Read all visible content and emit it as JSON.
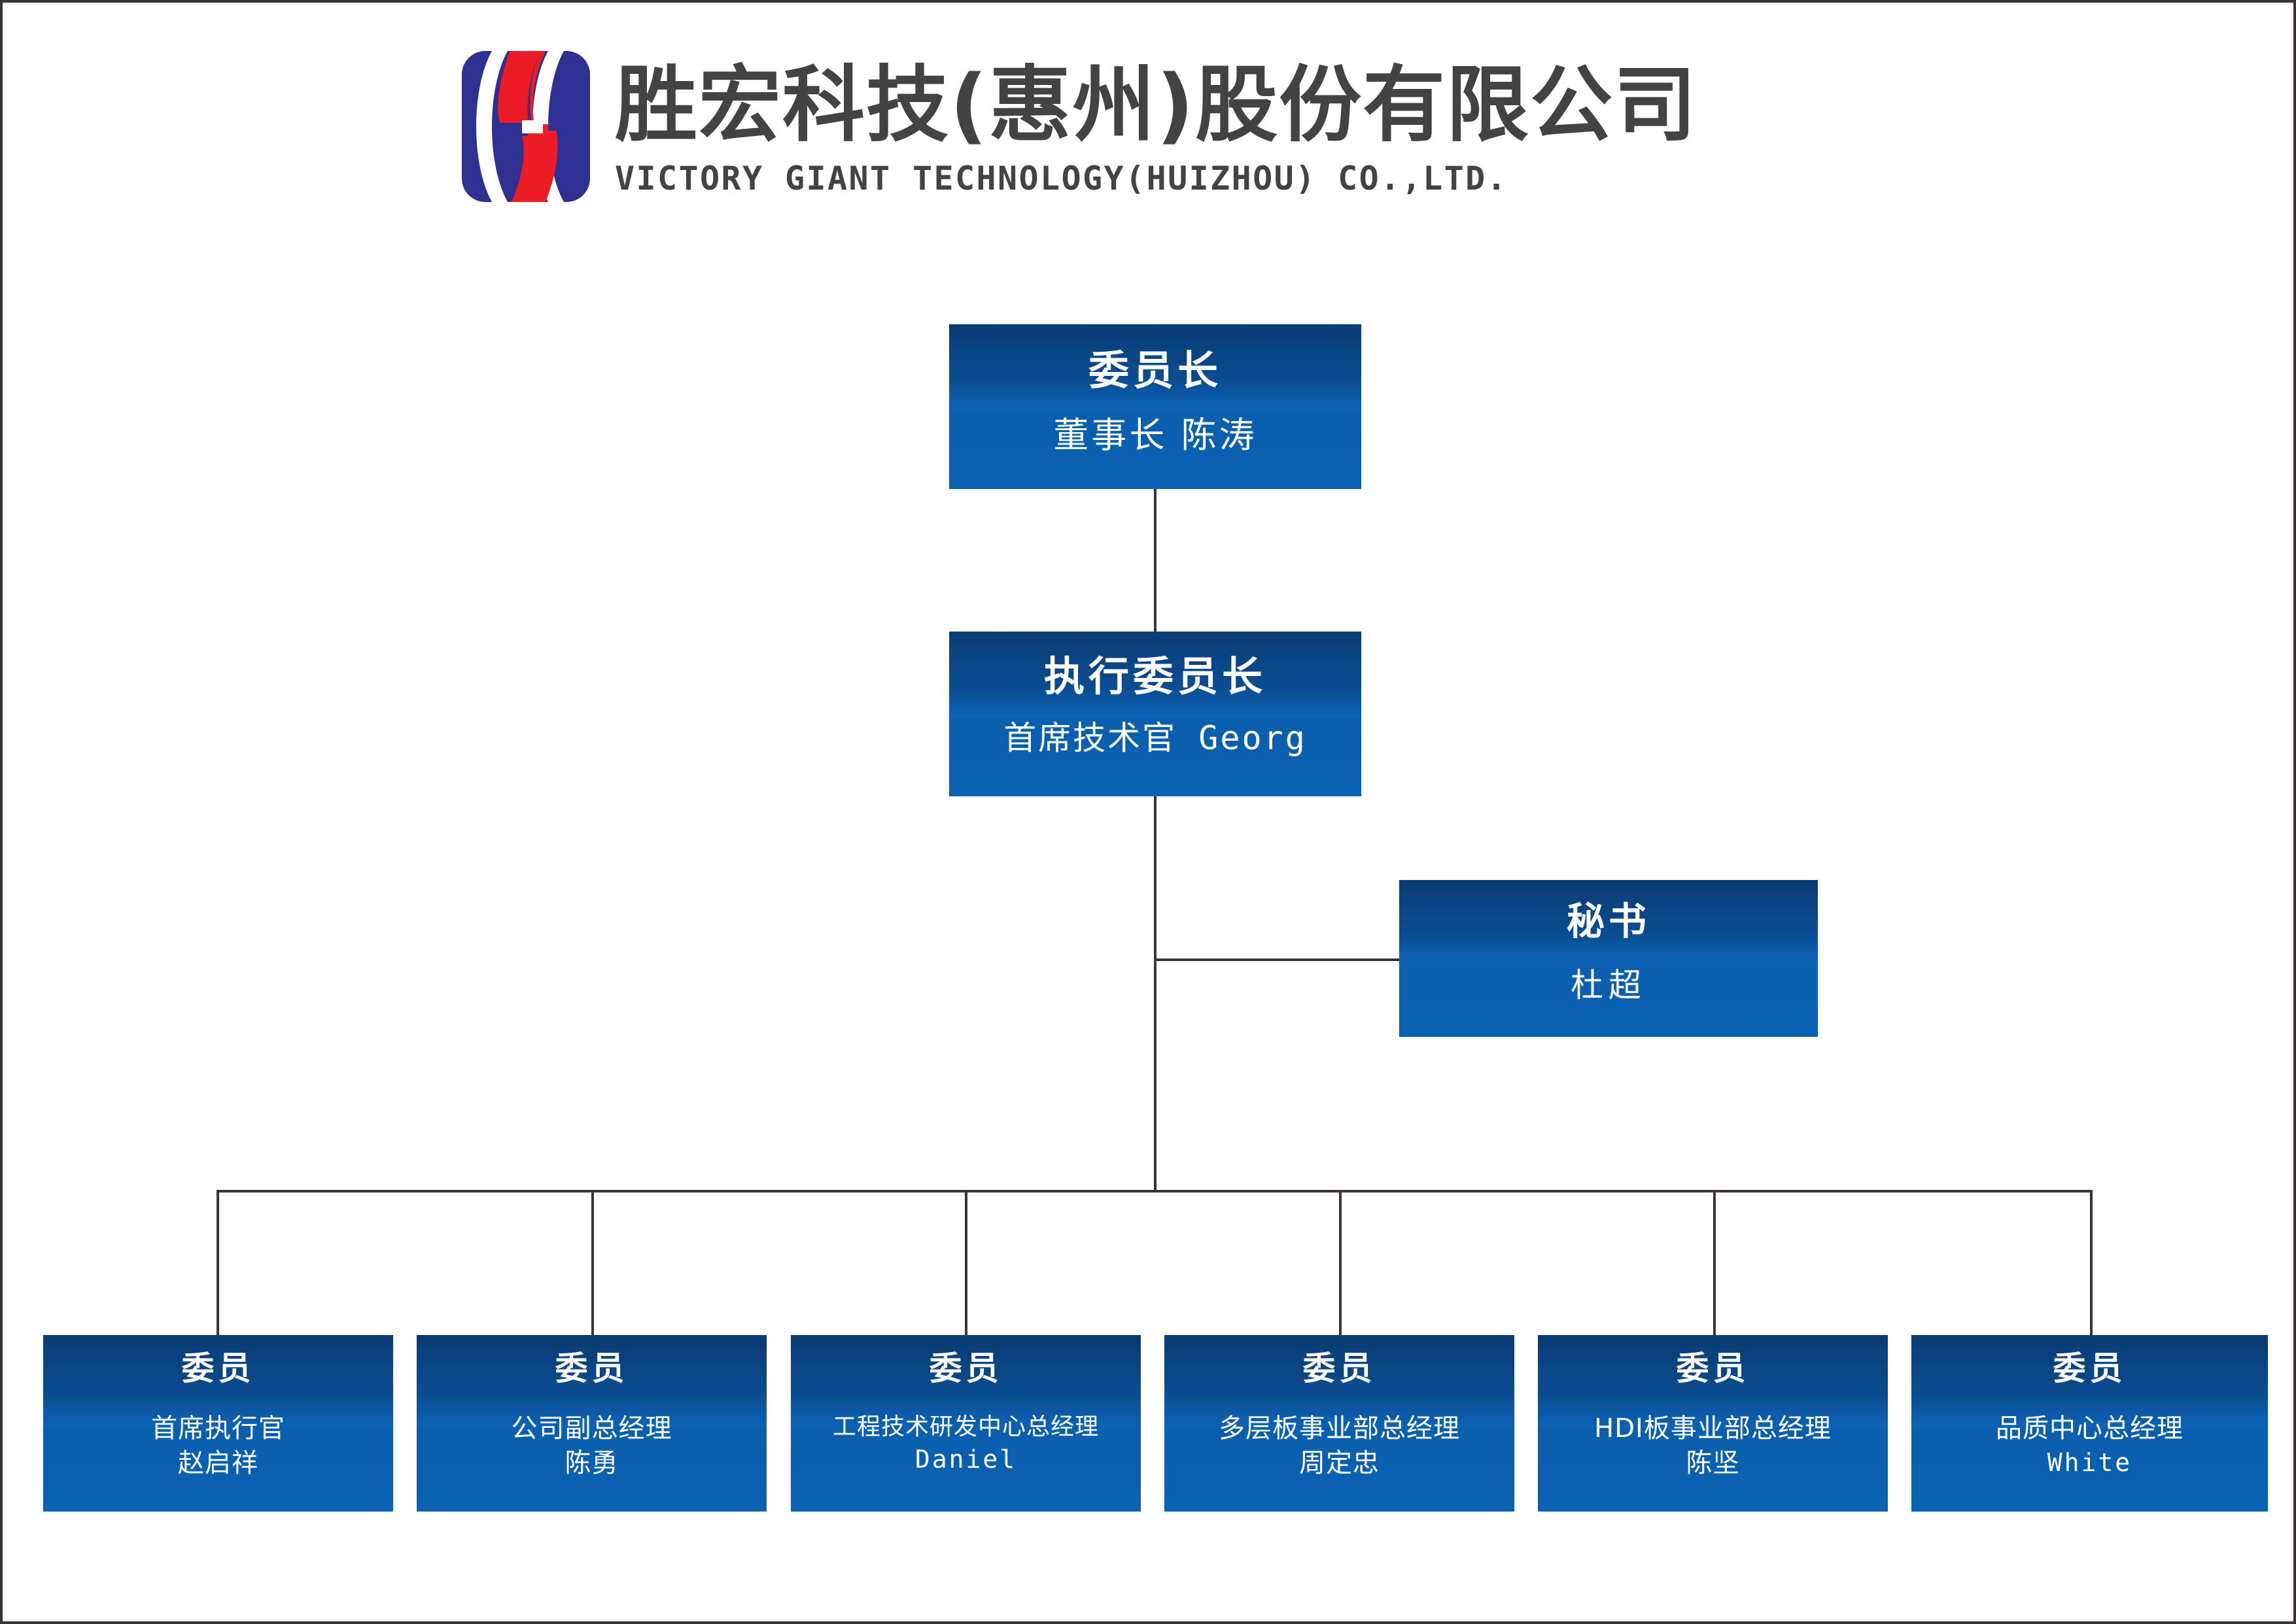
{
  "header": {
    "company_cn": "胜宏科技(惠州)股份有限公司",
    "company_en": "VICTORY GIANT TECHNOLOGY(HUIZHOU) CO.,LTD.",
    "logo_icon": "victory-giant-s-logo-icon",
    "logo_colors": {
      "blue": "#2E3192",
      "red": "#ED1C24",
      "white": "#FFFFFF"
    }
  },
  "colors": {
    "node_gradient_top": "#0a3b74",
    "node_gradient_bottom": "#0a62b4",
    "node_text": "#FFFFFF",
    "connector_line": "#3B3433",
    "heading_text": "#434343",
    "page_background": "#FFFFFF"
  },
  "chart_data": {
    "type": "org-chart",
    "title": "胜宏科技(惠州)股份有限公司",
    "levels": 3,
    "nodes": [
      {
        "id": "chairman",
        "title": "委员长",
        "subtitle": "董事长 陈涛",
        "role": "董事长",
        "name": "陈涛",
        "level": 1
      },
      {
        "id": "exec",
        "title": "执行委员长",
        "subtitle": "首席技术官 Georg",
        "role": "首席技术官",
        "name": "Georg",
        "level": 2
      },
      {
        "id": "secretary",
        "title": "秘书",
        "subtitle": "杜超",
        "role": "秘书",
        "name": "杜超",
        "level": 3
      },
      {
        "id": "member-0",
        "title": "委员",
        "subtitle": "首席执行官",
        "name": "赵启祥",
        "level": 4
      },
      {
        "id": "member-1",
        "title": "委员",
        "subtitle": "公司副总经理",
        "name": "陈勇",
        "level": 4
      },
      {
        "id": "member-2",
        "title": "委员",
        "subtitle": "工程技术研发中心总经理",
        "name": "Daniel",
        "level": 4
      },
      {
        "id": "member-3",
        "title": "委员",
        "subtitle": "多层板事业部总经理",
        "name": "周定忠",
        "level": 4
      },
      {
        "id": "member-4",
        "title": "委员",
        "subtitle": "HDI板事业部总经理",
        "name": "陈坚",
        "level": 4
      },
      {
        "id": "member-5",
        "title": "委员",
        "subtitle": "品质中心总经理",
        "name": "White",
        "level": 4
      }
    ],
    "edges": [
      {
        "from": "chairman",
        "to": "exec"
      },
      {
        "from": "exec",
        "to": "secretary"
      },
      {
        "from": "exec",
        "to": "member-0"
      },
      {
        "from": "exec",
        "to": "member-1"
      },
      {
        "from": "exec",
        "to": "member-2"
      },
      {
        "from": "exec",
        "to": "member-3"
      },
      {
        "from": "exec",
        "to": "member-4"
      },
      {
        "from": "exec",
        "to": "member-5"
      }
    ]
  },
  "chairman": {
    "title": "委员长",
    "subtitle": "董事长 陈涛"
  },
  "exec": {
    "title": "执行委员长",
    "subtitle": "首席技术官 Georg"
  },
  "secretary": {
    "title": "秘书",
    "subtitle": "杜超"
  },
  "members": [
    {
      "title": "委员",
      "role": "首席执行官",
      "name": "赵启祥",
      "name_latin": false
    },
    {
      "title": "委员",
      "role": "公司副总经理",
      "name": "陈勇",
      "name_latin": false
    },
    {
      "title": "委员",
      "role": "工程技术研发中心总经理",
      "name": "Daniel",
      "name_latin": true
    },
    {
      "title": "委员",
      "role": "多层板事业部总经理",
      "name": "周定忠",
      "name_latin": false
    },
    {
      "title": "委员",
      "role": "HDI板事业部总经理",
      "name": "陈坚",
      "name_latin": false
    },
    {
      "title": "委员",
      "role": "品质中心总经理",
      "name": "White",
      "name_latin": true
    }
  ]
}
